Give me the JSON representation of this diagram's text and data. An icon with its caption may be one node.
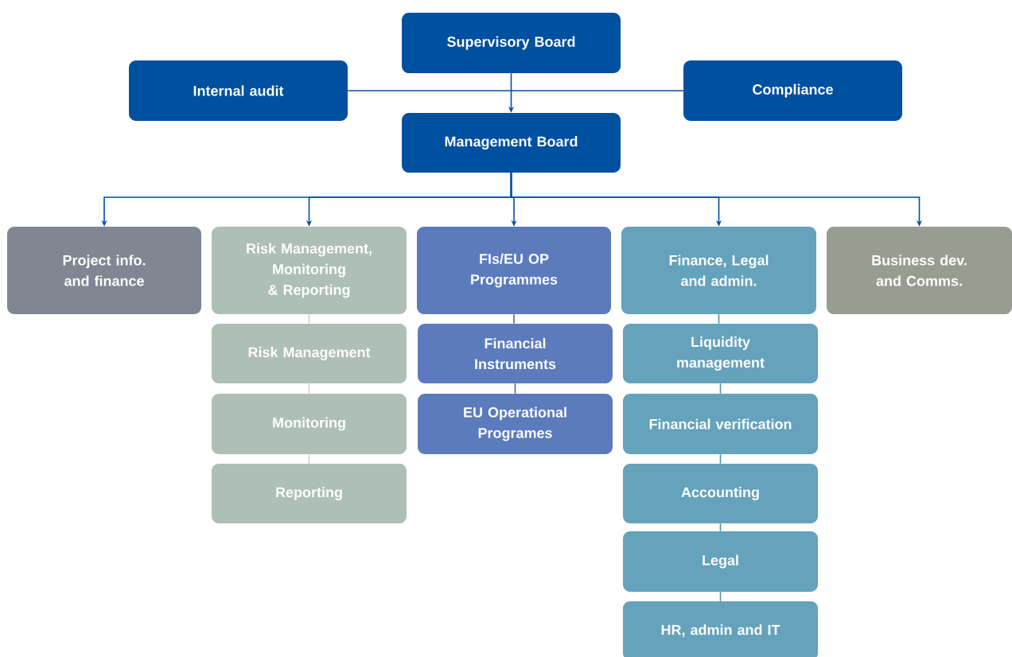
{
  "diagram": {
    "nodes": [
      {
        "text": [
          "Supervisory Board"
        ]
      },
      {
        "text": [
          "Internal audit"
        ]
      },
      {
        "text": [
          "Compliance"
        ]
      },
      {
        "text": [
          "Management Board"
        ]
      },
      {
        "text": [
          "Project info. and finance"
        ]
      },
      {
        "text": [
          "Risk Management, Monitoring & Reporting"
        ]
      },
      {
        "text": [
          "FIs/EU OP Programmes"
        ]
      },
      {
        "text": [
          "Finance, Legal and admin."
        ]
      },
      {
        "text": [
          "Business dev. and Comms."
        ]
      },
      {
        "text": [
          "Risk Management"
        ]
      },
      {
        "text": [
          "Monitoring"
        ]
      },
      {
        "text": [
          "Reporting"
        ]
      },
      {
        "text": [
          "Financial Instruments"
        ]
      },
      {
        "text": [
          "EU Operational Programes"
        ]
      },
      {
        "text": [
          "Liquidity management"
        ]
      },
      {
        "text": [
          "Financial verification"
        ]
      },
      {
        "text": [
          "Accounting"
        ]
      },
      {
        "text": [
          "Legal"
        ]
      },
      {
        "text": [
          "HR, admin and IT"
        ]
      }
    ],
    "edges": [
      {
        "from": 0,
        "to": 3,
        "arrow": "to",
        "color": "#0050a0"
      },
      {
        "from": 1,
        "to": 2,
        "arrow": "none",
        "color": "#0050a0"
      },
      {
        "from": 3,
        "to": 4,
        "arrow": "to",
        "color": "#0050a0"
      },
      {
        "from": 3,
        "to": 5,
        "arrow": "to",
        "color": "#0050a0"
      },
      {
        "from": 3,
        "to": 6,
        "arrow": "to",
        "color": "#0050a0"
      },
      {
        "from": 3,
        "to": 7,
        "arrow": "to",
        "color": "#0050a0"
      },
      {
        "from": 3,
        "to": 8,
        "arrow": "to",
        "color": "#0050a0"
      },
      {
        "from": 5,
        "to": 9,
        "arrow": "none",
        "color": "#c9d3cd"
      },
      {
        "from": 9,
        "to": 10,
        "arrow": "none",
        "color": "#c9d3cd"
      },
      {
        "from": 10,
        "to": 11,
        "arrow": "none",
        "color": "#c9d3cd"
      },
      {
        "from": 6,
        "to": 12,
        "arrow": "none",
        "color": "#4a68a8"
      },
      {
        "from": 12,
        "to": 13,
        "arrow": "none",
        "color": "#4a68a8"
      },
      {
        "from": 7,
        "to": 14,
        "arrow": "none",
        "color": "#5490a8"
      },
      {
        "from": 14,
        "to": 15,
        "arrow": "none",
        "color": "#5490a8"
      },
      {
        "from": 15,
        "to": 16,
        "arrow": "none",
        "color": "#5490a8"
      },
      {
        "from": 16,
        "to": 17,
        "arrow": "none",
        "color": "#5490a8"
      },
      {
        "from": 17,
        "to": 18,
        "arrow": "none",
        "color": "#5490a8"
      }
    ]
  }
}
